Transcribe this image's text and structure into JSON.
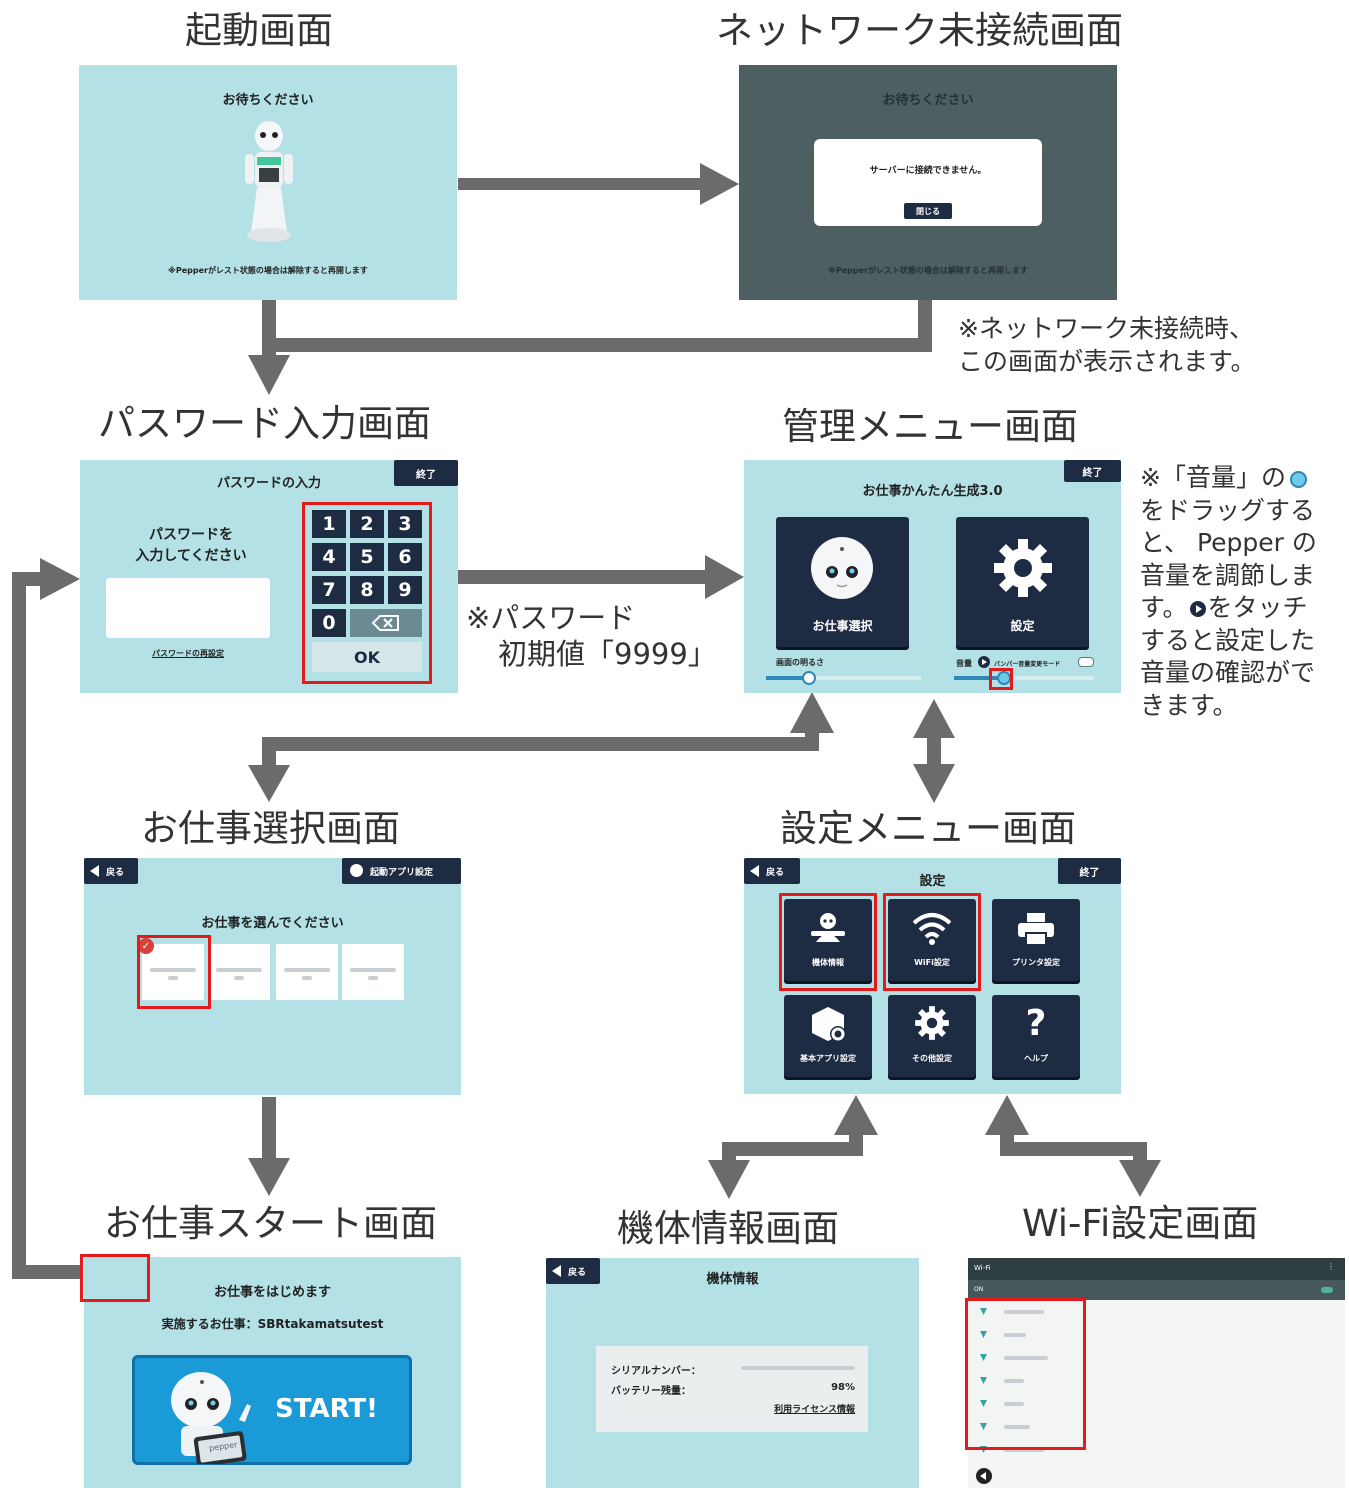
{
  "titles": {
    "startup": "起動画面",
    "network": "ネットワーク未接続画面",
    "password": "パスワード入力画面",
    "admin": "管理メニュー画面",
    "job_select": "お仕事選択画面",
    "settings": "設定メニュー画面",
    "job_start": "お仕事スタート画面",
    "device_info": "機体情報画面",
    "wifi": "Wi-Fi設定画面"
  },
  "notes": {
    "network_line1": "※ネットワーク未接続時、",
    "network_line2": "この画面が表示されます。",
    "password_line1": "※パスワード",
    "password_line2": "初期値「9999」",
    "volume_line1": "※「音量」の",
    "volume_line2": "をドラッグする",
    "volume_line3": "と、 Pepper の",
    "volume_line4": "音量を調節しま",
    "volume_line5": "す。",
    "volume_line5b": "をタッチ",
    "volume_line6": "すると設定した",
    "volume_line7": "音量の確認がで",
    "volume_line8": "きます。"
  },
  "startup_screen": {
    "heading": "お待ちください",
    "footer": "※Pepperがレスト状態の場合は解除すると再開します"
  },
  "network_screen": {
    "heading": "お待ちください",
    "dialog_message": "サーバーに接続できません。",
    "close_button": "閉じる",
    "footer": "※Pepperがレスト状態の場合は解除すると再開します"
  },
  "password_screen": {
    "heading": "パスワードの入力",
    "exit_button": "終了",
    "prompt_line1": "パスワードを",
    "prompt_line2": "入力してください",
    "reset_link": "パスワードの再設定",
    "keys": [
      "1",
      "2",
      "3",
      "4",
      "5",
      "6",
      "7",
      "8",
      "9",
      "0"
    ],
    "ok_button": "OK"
  },
  "admin_screen": {
    "heading": "お仕事かんたん生成3.0",
    "exit_button": "終了",
    "job_tile": "お仕事選択",
    "settings_tile": "設定",
    "brightness_label": "画面の明るさ",
    "volume_label": "音量",
    "bumper_label": "バンパー音量変更モード",
    "brightness_level": 0.28,
    "volume_level": 0.36
  },
  "job_select_screen": {
    "back_button": "戻る",
    "app_settings_button": "起動アプリ設定",
    "heading": "お仕事を選んでください"
  },
  "settings_screen": {
    "back_button": "戻る",
    "heading": "設定",
    "exit_button": "終了",
    "tiles": [
      "機体情報",
      "WiFi設定",
      "プリンタ設定",
      "基本アプリ設定",
      "その他設定",
      "ヘルプ"
    ]
  },
  "job_start_screen": {
    "heading": "お仕事をはじめます",
    "job_line": "実施するお仕事：SBRtakamatsutest",
    "start_button": "START!",
    "tablet_label": "pepper"
  },
  "device_info_screen": {
    "back_button": "戻る",
    "heading": "機体情報",
    "serial_label": "シリアルナンバー：",
    "battery_label": "バッテリー残量：",
    "battery_value": "98%",
    "license_link": "利用ライセンス情報"
  },
  "wifi_screen": {
    "title": "Wi-Fi",
    "toggle_label": "ON"
  },
  "colors": {
    "screen_bg": "#b3e1e6",
    "navy": "#1d2b43",
    "arrow": "#6b6b6b",
    "highlight": "#e21c1c",
    "start_blue": "#1a9ad6"
  }
}
